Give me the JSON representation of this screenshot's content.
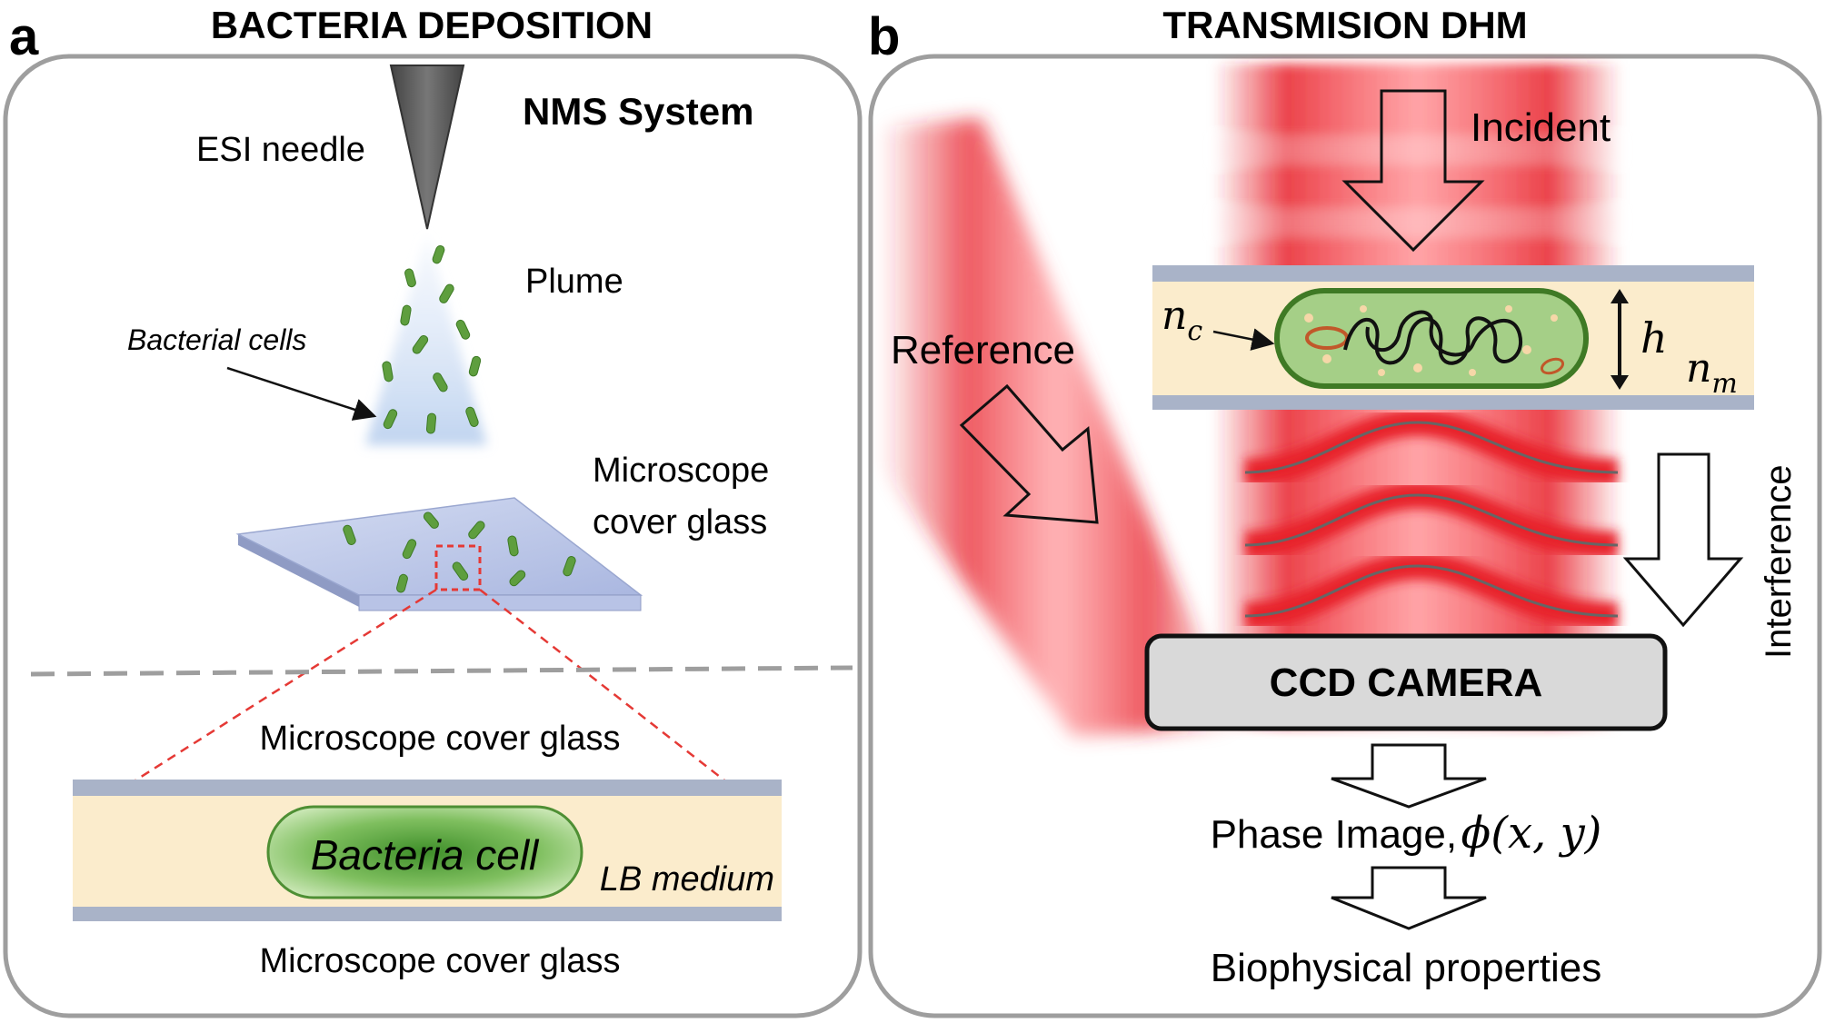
{
  "panel_a": {
    "letter": "a",
    "title": "BACTERIA DEPOSITION",
    "system_label": "NMS System",
    "needle_label": "ESI needle",
    "plume_label": "Plume",
    "cells_label": "Bacterial cells",
    "slide_label_line1": "Microscope",
    "slide_label_line2": "cover glass",
    "top_glass_label": "Microscope cover glass",
    "cell_label": "Bacteria cell",
    "medium_label": "LB medium",
    "bottom_glass_label": "Microscope cover glass"
  },
  "panel_b": {
    "letter": "b",
    "title": "TRANSMISION DHM",
    "incident_label": "Incident",
    "reference_label": "Reference",
    "interference_label": "Interference",
    "nc_base": "n",
    "nc_sub": "c",
    "h_label": "h",
    "nm_base": "n",
    "nm_sub": "m",
    "camera_label": "CCD CAMERA",
    "phase_label": "Phase Image,",
    "phase_formula": "ϕ(x, y)",
    "properties_label": "Biophysical properties"
  },
  "colors": {
    "frame": "#9e9e9e",
    "laser_red": "#e8202a",
    "medium": "#fbeccc",
    "glass": "#a9b3c8",
    "cell_green": "#6aa84f",
    "camera_fill": "#d9d9d9"
  }
}
